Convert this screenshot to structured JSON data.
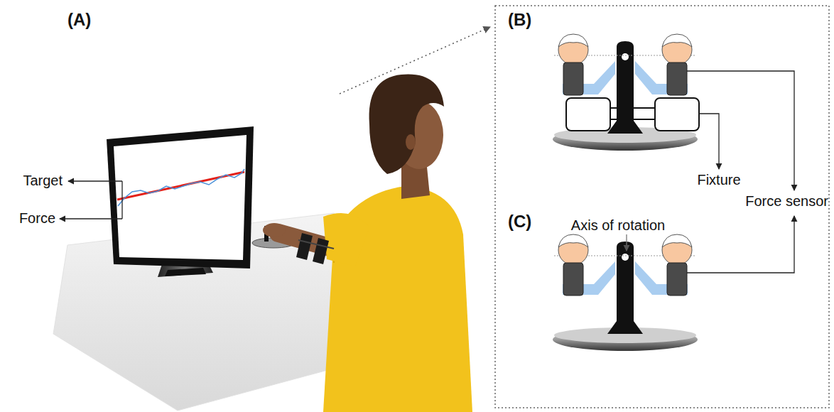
{
  "diagram": {
    "labels": [
      "(A)",
      "Target",
      "Force",
      "(B)",
      "Fixture",
      "Force sensor",
      "Axis of rotation",
      "(C)"
    ]
  }
}
